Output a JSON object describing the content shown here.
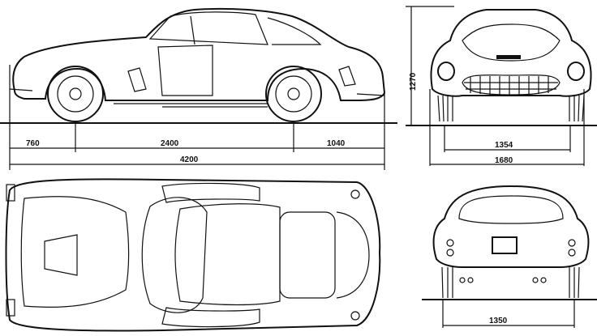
{
  "title": "Car blueprint – side, front, top and rear views",
  "colors": {
    "ink": "#111111",
    "paper": "#ffffff"
  },
  "dimensions": {
    "front_overhang": "760",
    "wheelbase": "2400",
    "rear_overhang": "1040",
    "overall_length": "4200",
    "height": "1270",
    "front_track": "1354",
    "overall_width": "1680",
    "rear_track": "1350"
  }
}
